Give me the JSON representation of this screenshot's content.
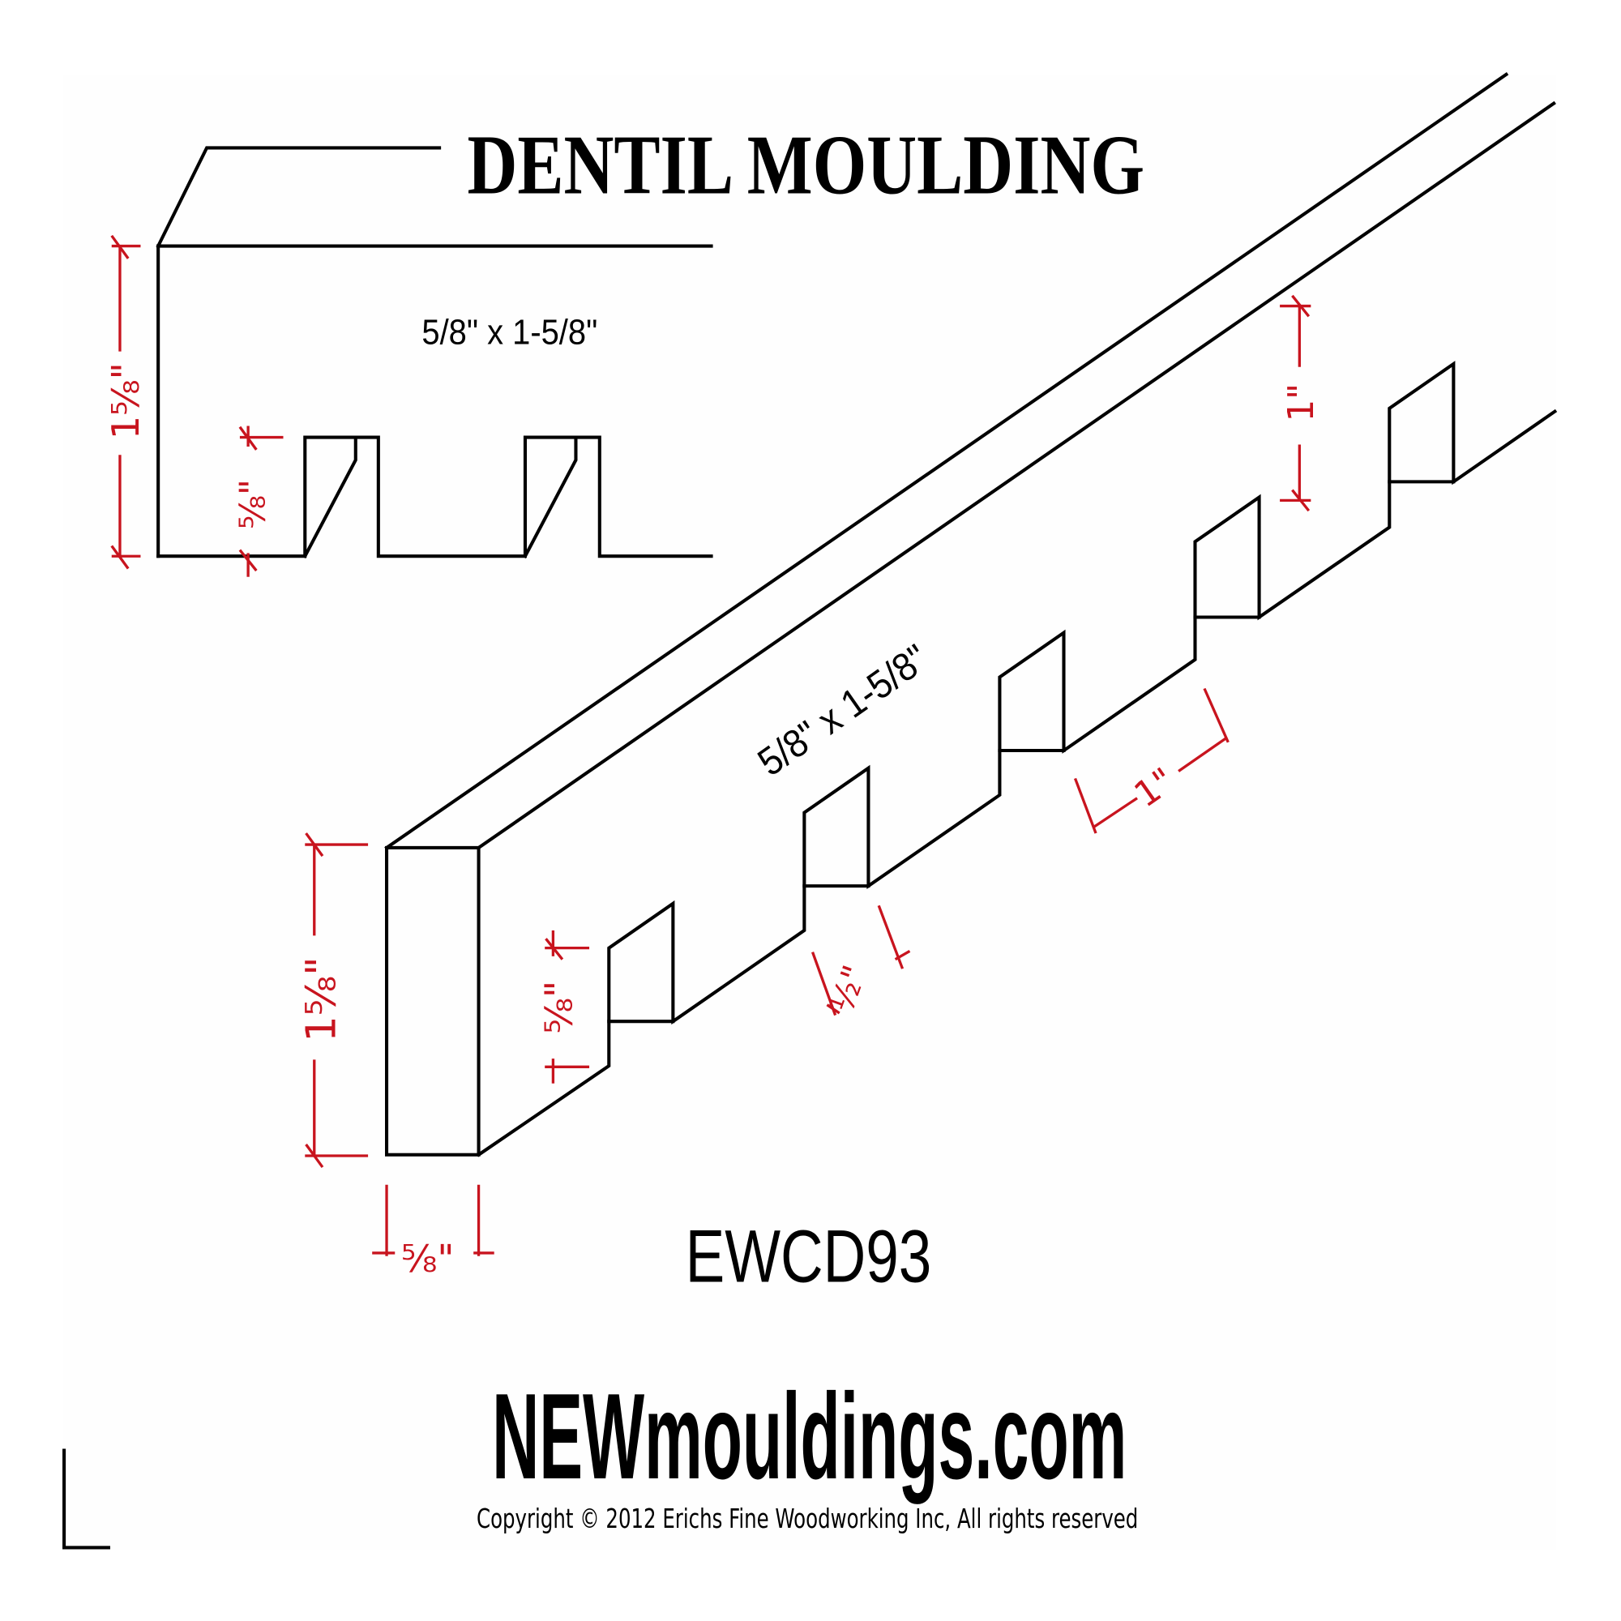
{
  "title": "DENTIL MOULDING",
  "profile_view": {
    "size_label": "5/8\" x 1-5/8\"",
    "height_dim": "1⅝\"",
    "dentil_depth_dim": "⅝\""
  },
  "iso_view": {
    "size_label": "5/8\" x 1-5/8\"",
    "height_dim": "1⅝\"",
    "thickness_dim": "⅝\"",
    "dentil_depth_dim": "⅝\"",
    "gap_dim": "½\"",
    "block_width_dim": "1\"",
    "top_band_dim": "1\""
  },
  "part_number": "EWCD93",
  "brand": "NEWmouldings.com",
  "copyright": "Copyright © 2012 Erichs Fine Woodworking Inc, All rights reserved",
  "colors": {
    "line": "#000000",
    "dimension": "#c8141e",
    "background": "#ffffff"
  }
}
